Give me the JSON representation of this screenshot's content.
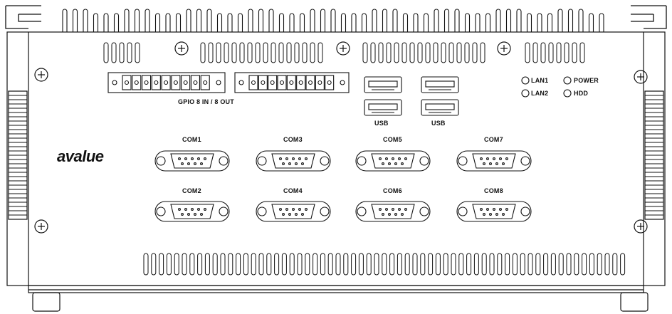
{
  "brand": {
    "logo_text": "avalue"
  },
  "gpio": {
    "label": "GPIO 8 IN / 8 OUT"
  },
  "usb": {
    "labels": [
      "USB",
      "USB"
    ]
  },
  "leds": {
    "lan1": "LAN1",
    "lan2": "LAN2",
    "power": "POWER",
    "hdd": "HDD"
  },
  "com_ports": [
    "COM1",
    "COM2",
    "COM3",
    "COM4",
    "COM5",
    "COM6",
    "COM7",
    "COM8"
  ]
}
